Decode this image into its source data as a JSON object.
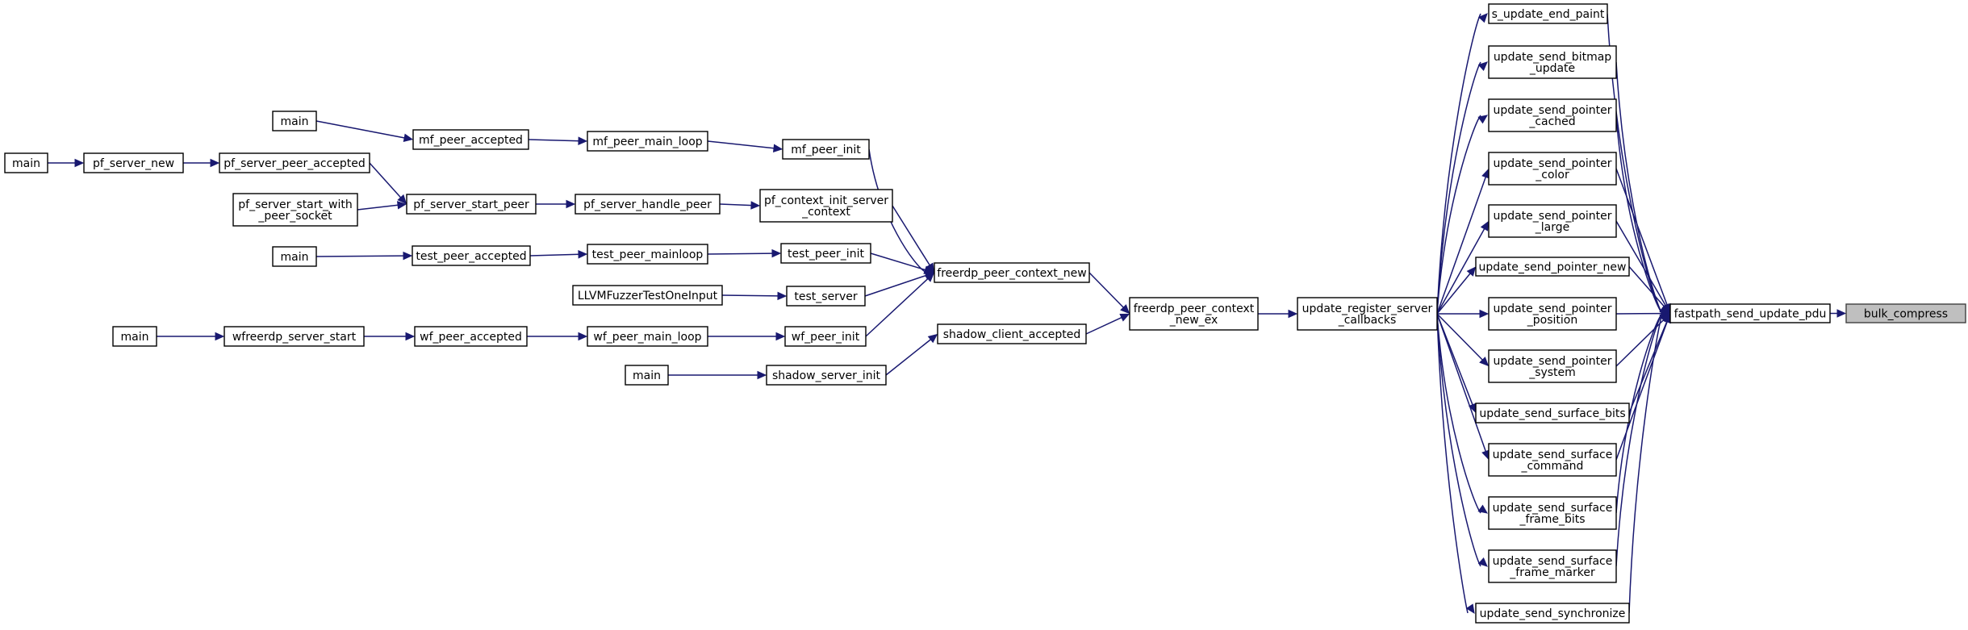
{
  "graph": {
    "edge_color": "#191970",
    "highlight_color": "#bfbfbf",
    "nodes": [
      {
        "id": "bulk_compress",
        "lines": [
          "bulk_compress"
        ],
        "highlight": true
      },
      {
        "id": "fastpath_send_update_pdu",
        "lines": [
          "fastpath_send_update_pdu"
        ]
      },
      {
        "id": "s_update_end_paint",
        "lines": [
          "s_update_end_paint"
        ]
      },
      {
        "id": "update_send_bitmap_update",
        "lines": [
          "update_send_bitmap",
          "_update"
        ]
      },
      {
        "id": "update_send_pointer_cached",
        "lines": [
          "update_send_pointer",
          "_cached"
        ]
      },
      {
        "id": "update_send_pointer_color",
        "lines": [
          "update_send_pointer",
          "_color"
        ]
      },
      {
        "id": "update_send_pointer_large",
        "lines": [
          "update_send_pointer",
          "_large"
        ]
      },
      {
        "id": "update_send_pointer_new",
        "lines": [
          "update_send_pointer_new"
        ]
      },
      {
        "id": "update_send_pointer_position",
        "lines": [
          "update_send_pointer",
          "_position"
        ]
      },
      {
        "id": "update_send_pointer_system",
        "lines": [
          "update_send_pointer",
          "_system"
        ]
      },
      {
        "id": "update_send_surface_bits",
        "lines": [
          "update_send_surface_bits"
        ]
      },
      {
        "id": "update_send_surface_command",
        "lines": [
          "update_send_surface",
          "_command"
        ]
      },
      {
        "id": "update_send_surface_frame_bits",
        "lines": [
          "update_send_surface",
          "_frame_bits"
        ]
      },
      {
        "id": "update_send_surface_frame_marker",
        "lines": [
          "update_send_surface",
          "_frame_marker"
        ]
      },
      {
        "id": "update_send_synchronize",
        "lines": [
          "update_send_synchronize"
        ]
      },
      {
        "id": "update_register_server_callbacks",
        "lines": [
          "update_register_server",
          "_callbacks"
        ]
      },
      {
        "id": "freerdp_peer_context_new_ex",
        "lines": [
          "freerdp_peer_context",
          "_new_ex"
        ]
      },
      {
        "id": "freerdp_peer_context_new",
        "lines": [
          "freerdp_peer_context_new"
        ]
      },
      {
        "id": "shadow_client_accepted",
        "lines": [
          "shadow_client_accepted"
        ]
      },
      {
        "id": "shadow_server_init",
        "lines": [
          "shadow_server_init"
        ]
      },
      {
        "id": "main_shadow",
        "lines": [
          "main"
        ]
      },
      {
        "id": "mf_peer_init",
        "lines": [
          "mf_peer_init"
        ]
      },
      {
        "id": "mf_peer_main_loop",
        "lines": [
          "mf_peer_main_loop"
        ]
      },
      {
        "id": "mf_peer_accepted",
        "lines": [
          "mf_peer_accepted"
        ]
      },
      {
        "id": "main_mf",
        "lines": [
          "main"
        ]
      },
      {
        "id": "pf_context_init_server_context",
        "lines": [
          "pf_context_init_server",
          "_context"
        ]
      },
      {
        "id": "pf_server_handle_peer",
        "lines": [
          "pf_server_handle_peer"
        ]
      },
      {
        "id": "pf_server_start_peer",
        "lines": [
          "pf_server_start_peer"
        ]
      },
      {
        "id": "pf_server_peer_accepted",
        "lines": [
          "pf_server_peer_accepted"
        ]
      },
      {
        "id": "pf_server_new",
        "lines": [
          "pf_server_new"
        ]
      },
      {
        "id": "main_pf",
        "lines": [
          "main"
        ]
      },
      {
        "id": "pf_server_start_with_peer_socket",
        "lines": [
          "pf_server_start_with",
          "_peer_socket"
        ]
      },
      {
        "id": "test_peer_init",
        "lines": [
          "test_peer_init"
        ]
      },
      {
        "id": "test_peer_mainloop",
        "lines": [
          "test_peer_mainloop"
        ]
      },
      {
        "id": "test_peer_accepted",
        "lines": [
          "test_peer_accepted"
        ]
      },
      {
        "id": "main_test",
        "lines": [
          "main"
        ]
      },
      {
        "id": "test_server",
        "lines": [
          "test_server"
        ]
      },
      {
        "id": "LLVMFuzzerTestOneInput",
        "lines": [
          "LLVMFuzzerTestOneInput"
        ]
      },
      {
        "id": "wf_peer_init",
        "lines": [
          "wf_peer_init"
        ]
      },
      {
        "id": "wf_peer_main_loop",
        "lines": [
          "wf_peer_main_loop"
        ]
      },
      {
        "id": "wf_peer_accepted",
        "lines": [
          "wf_peer_accepted"
        ]
      },
      {
        "id": "wfreerdp_server_start",
        "lines": [
          "wfreerdp_server_start"
        ]
      },
      {
        "id": "main_wf",
        "lines": [
          "main"
        ]
      }
    ],
    "edges": [
      {
        "from": "fastpath_send_update_pdu",
        "to": "bulk_compress"
      },
      {
        "from": "s_update_end_paint",
        "to": "fastpath_send_update_pdu"
      },
      {
        "from": "update_send_bitmap_update",
        "to": "fastpath_send_update_pdu"
      },
      {
        "from": "update_send_pointer_cached",
        "to": "fastpath_send_update_pdu"
      },
      {
        "from": "update_send_pointer_color",
        "to": "fastpath_send_update_pdu"
      },
      {
        "from": "update_send_pointer_large",
        "to": "fastpath_send_update_pdu"
      },
      {
        "from": "update_send_pointer_new",
        "to": "fastpath_send_update_pdu"
      },
      {
        "from": "update_send_pointer_position",
        "to": "fastpath_send_update_pdu"
      },
      {
        "from": "update_send_pointer_system",
        "to": "fastpath_send_update_pdu"
      },
      {
        "from": "update_send_surface_bits",
        "to": "fastpath_send_update_pdu"
      },
      {
        "from": "update_send_surface_command",
        "to": "fastpath_send_update_pdu"
      },
      {
        "from": "update_send_surface_frame_bits",
        "to": "fastpath_send_update_pdu"
      },
      {
        "from": "update_send_surface_frame_marker",
        "to": "fastpath_send_update_pdu"
      },
      {
        "from": "update_send_synchronize",
        "to": "fastpath_send_update_pdu"
      },
      {
        "from": "update_register_server_callbacks",
        "to": "s_update_end_paint"
      },
      {
        "from": "update_register_server_callbacks",
        "to": "update_send_bitmap_update"
      },
      {
        "from": "update_register_server_callbacks",
        "to": "update_send_pointer_cached"
      },
      {
        "from": "update_register_server_callbacks",
        "to": "update_send_pointer_color"
      },
      {
        "from": "update_register_server_callbacks",
        "to": "update_send_pointer_large"
      },
      {
        "from": "update_register_server_callbacks",
        "to": "update_send_pointer_new"
      },
      {
        "from": "update_register_server_callbacks",
        "to": "update_send_pointer_position"
      },
      {
        "from": "update_register_server_callbacks",
        "to": "update_send_pointer_system"
      },
      {
        "from": "update_register_server_callbacks",
        "to": "update_send_surface_bits"
      },
      {
        "from": "update_register_server_callbacks",
        "to": "update_send_surface_command"
      },
      {
        "from": "update_register_server_callbacks",
        "to": "update_send_surface_frame_bits"
      },
      {
        "from": "update_register_server_callbacks",
        "to": "update_send_surface_frame_marker"
      },
      {
        "from": "update_register_server_callbacks",
        "to": "update_send_synchronize"
      },
      {
        "from": "freerdp_peer_context_new_ex",
        "to": "update_register_server_callbacks"
      },
      {
        "from": "freerdp_peer_context_new",
        "to": "freerdp_peer_context_new_ex"
      },
      {
        "from": "shadow_client_accepted",
        "to": "freerdp_peer_context_new_ex"
      },
      {
        "from": "shadow_server_init",
        "to": "shadow_client_accepted"
      },
      {
        "from": "main_shadow",
        "to": "shadow_server_init"
      },
      {
        "from": "mf_peer_init",
        "to": "freerdp_peer_context_new"
      },
      {
        "from": "pf_context_init_server_context",
        "to": "freerdp_peer_context_new"
      },
      {
        "from": "test_peer_init",
        "to": "freerdp_peer_context_new"
      },
      {
        "from": "test_server",
        "to": "freerdp_peer_context_new"
      },
      {
        "from": "wf_peer_init",
        "to": "freerdp_peer_context_new"
      },
      {
        "from": "mf_peer_main_loop",
        "to": "mf_peer_init"
      },
      {
        "from": "mf_peer_accepted",
        "to": "mf_peer_main_loop"
      },
      {
        "from": "main_mf",
        "to": "mf_peer_accepted"
      },
      {
        "from": "pf_server_handle_peer",
        "to": "pf_context_init_server_context"
      },
      {
        "from": "pf_server_start_peer",
        "to": "pf_server_handle_peer"
      },
      {
        "from": "pf_server_peer_accepted",
        "to": "pf_server_start_peer"
      },
      {
        "from": "pf_server_start_with_peer_socket",
        "to": "pf_server_start_peer"
      },
      {
        "from": "pf_server_new",
        "to": "pf_server_peer_accepted"
      },
      {
        "from": "main_pf",
        "to": "pf_server_new"
      },
      {
        "from": "test_peer_mainloop",
        "to": "test_peer_init"
      },
      {
        "from": "test_peer_accepted",
        "to": "test_peer_mainloop"
      },
      {
        "from": "main_test",
        "to": "test_peer_accepted"
      },
      {
        "from": "LLVMFuzzerTestOneInput",
        "to": "test_server"
      },
      {
        "from": "wf_peer_main_loop",
        "to": "wf_peer_init"
      },
      {
        "from": "wf_peer_accepted",
        "to": "wf_peer_main_loop"
      },
      {
        "from": "wfreerdp_server_start",
        "to": "wf_peer_accepted"
      },
      {
        "from": "main_wf",
        "to": "wfreerdp_server_start"
      }
    ]
  }
}
